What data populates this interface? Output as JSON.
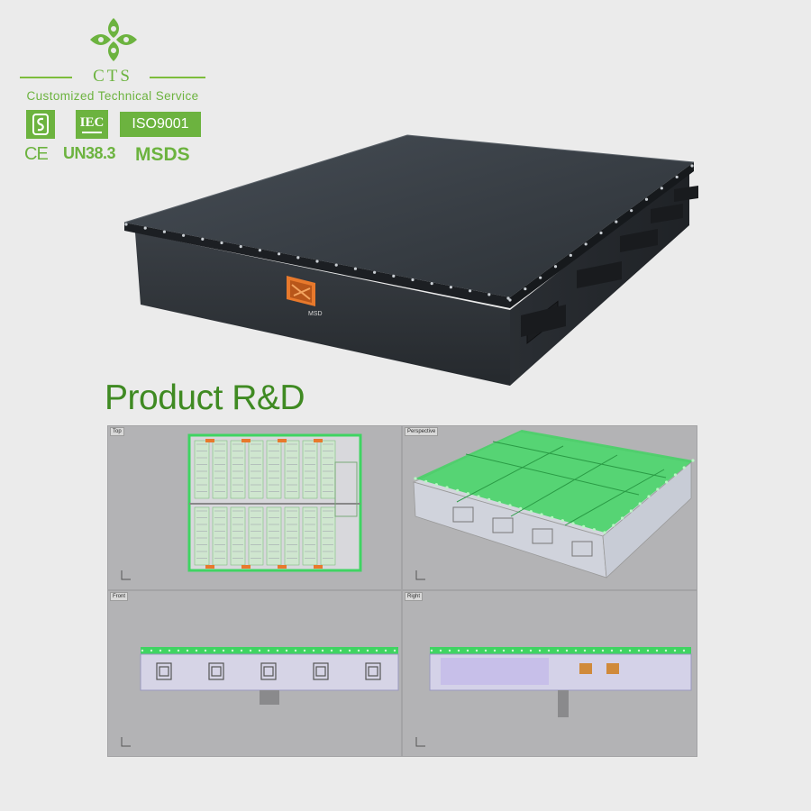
{
  "brand": {
    "name": "CTS",
    "tagline": "Customized Technical Service"
  },
  "certifications": {
    "iec": "IEC",
    "iso": "ISO9001",
    "ce": "CE",
    "un": "UN38.3",
    "msds": "MSDS"
  },
  "product": {
    "connector_label": "MSD"
  },
  "heading": "Product R&D",
  "viewports": [
    {
      "label": "Top"
    },
    {
      "label": "Perspective"
    },
    {
      "label": "Front"
    },
    {
      "label": "Right"
    }
  ],
  "colors": {
    "brand_green": "#6cb33f",
    "heading_green": "#3f8a22",
    "pack_body": "#2f3439",
    "pcb_green": "#3fd462",
    "connector_orange": "#e8792c"
  }
}
